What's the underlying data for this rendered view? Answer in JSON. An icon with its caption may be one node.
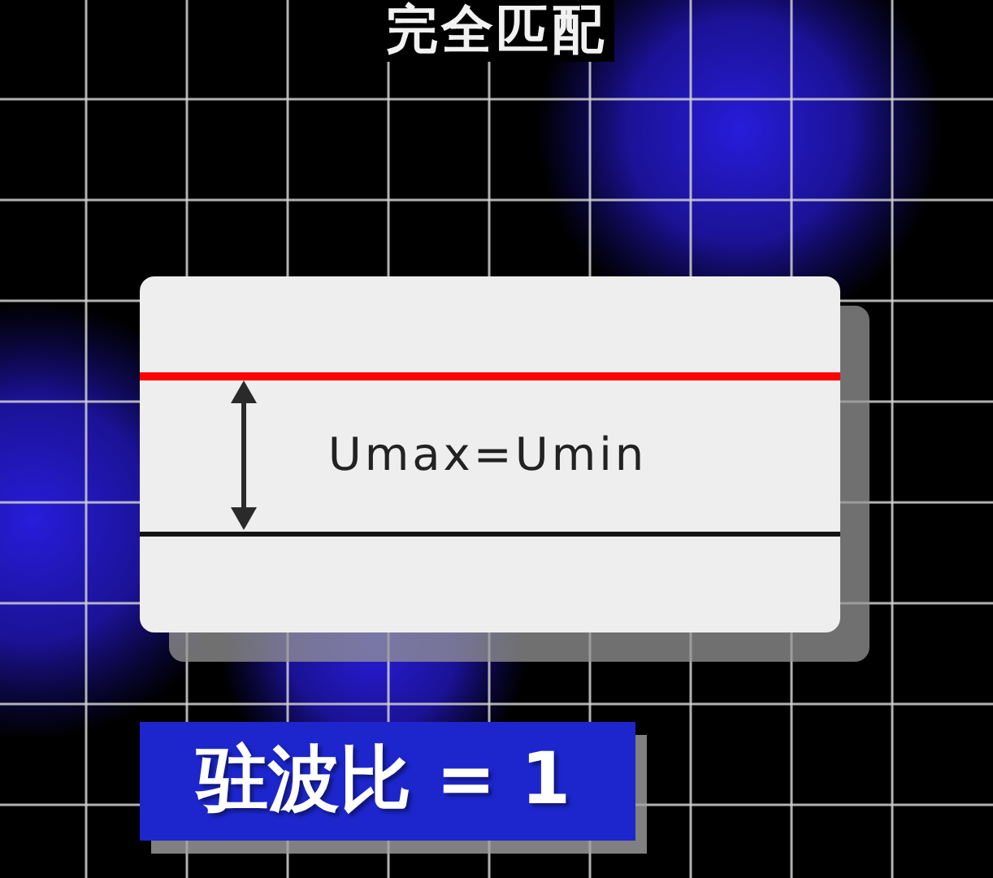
{
  "diagram": {
    "title": "完全匹配",
    "nodes": [
      {
        "text": [
          "Umax=Umin"
        ]
      },
      {
        "text": [
          "驻波比 = 1"
        ]
      }
    ]
  }
}
